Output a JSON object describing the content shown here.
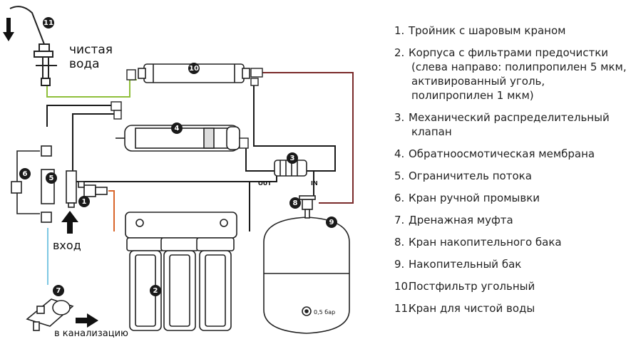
{
  "diagram": {
    "labels": {
      "clean_water_line1": "чистая",
      "clean_water_line2": "вода",
      "inlet": "вход",
      "drain": "в канализацию",
      "out": "OUT",
      "in": "IN",
      "tank_pressure": "0,5 бар"
    },
    "badges": [
      "11",
      "10",
      "4",
      "3",
      "6",
      "5",
      "1",
      "8",
      "9",
      "2",
      "7"
    ]
  },
  "legend": {
    "items": [
      {
        "num": "1.",
        "lines": [
          "Тройник с шаровым краном"
        ]
      },
      {
        "num": "2.",
        "lines": [
          "Корпуса с фильтрами предочистки",
          "(слева направо: полипропилен 5 мкм,",
          "активированный уголь,",
          "полипропилен 1 мкм)"
        ]
      },
      {
        "num": "3.",
        "lines": [
          "Механический распределительный",
          "клапан"
        ]
      },
      {
        "num": "4.",
        "lines": [
          "Обратноосмотическая мембрана"
        ]
      },
      {
        "num": "5.",
        "lines": [
          "Ограничитель потока"
        ]
      },
      {
        "num": "6.",
        "lines": [
          "Кран ручной промывки"
        ]
      },
      {
        "num": "7.",
        "lines": [
          "Дренажная муфта"
        ]
      },
      {
        "num": "8.",
        "lines": [
          "Кран накопительного бака"
        ]
      },
      {
        "num": "9.",
        "lines": [
          "Накопительный бак"
        ]
      },
      {
        "num": "10.",
        "lines": [
          "Постфильтр угольный"
        ]
      },
      {
        "num": "11.",
        "lines": [
          "Кран для чистой воды"
        ]
      }
    ]
  },
  "colors": {
    "green_line": "#8fbf3a",
    "orange_line": "#d9652a",
    "blue_line": "#7ec8e3",
    "red_line": "#7a2a2a",
    "black_line": "#1a1a1a"
  }
}
